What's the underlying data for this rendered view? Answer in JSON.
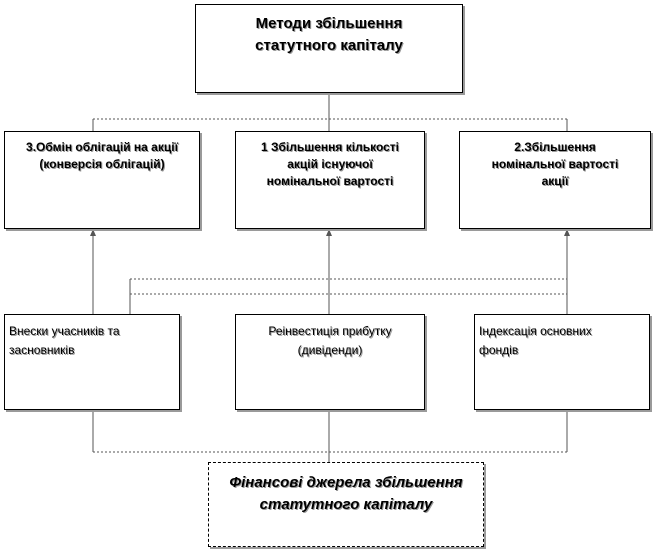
{
  "title_box": {
    "lines": [
      "Методи збільшення",
      "статутного капіталу"
    ]
  },
  "methods": [
    {
      "lines": [
        "3.Обмін облігацій на акції",
        "(конверсія облігацій)"
      ]
    },
    {
      "lines": [
        "1 Збільшення кількості",
        "акцій існуючої",
        "номінальної вартості"
      ]
    },
    {
      "lines": [
        "2.Збільшення",
        "номінальної вартості",
        "акції"
      ]
    }
  ],
  "sources": [
    {
      "lines": [
        "Внески учасників та",
        "засновників"
      ]
    },
    {
      "lines": [
        "Реінвестиція прибутку",
        "(дивіденди)"
      ]
    },
    {
      "lines": [
        "Індексація основних",
        "фондів"
      ]
    }
  ],
  "bottom_box": {
    "lines": [
      "Фінансові джерела збільшення",
      "статутного капіталу"
    ]
  }
}
